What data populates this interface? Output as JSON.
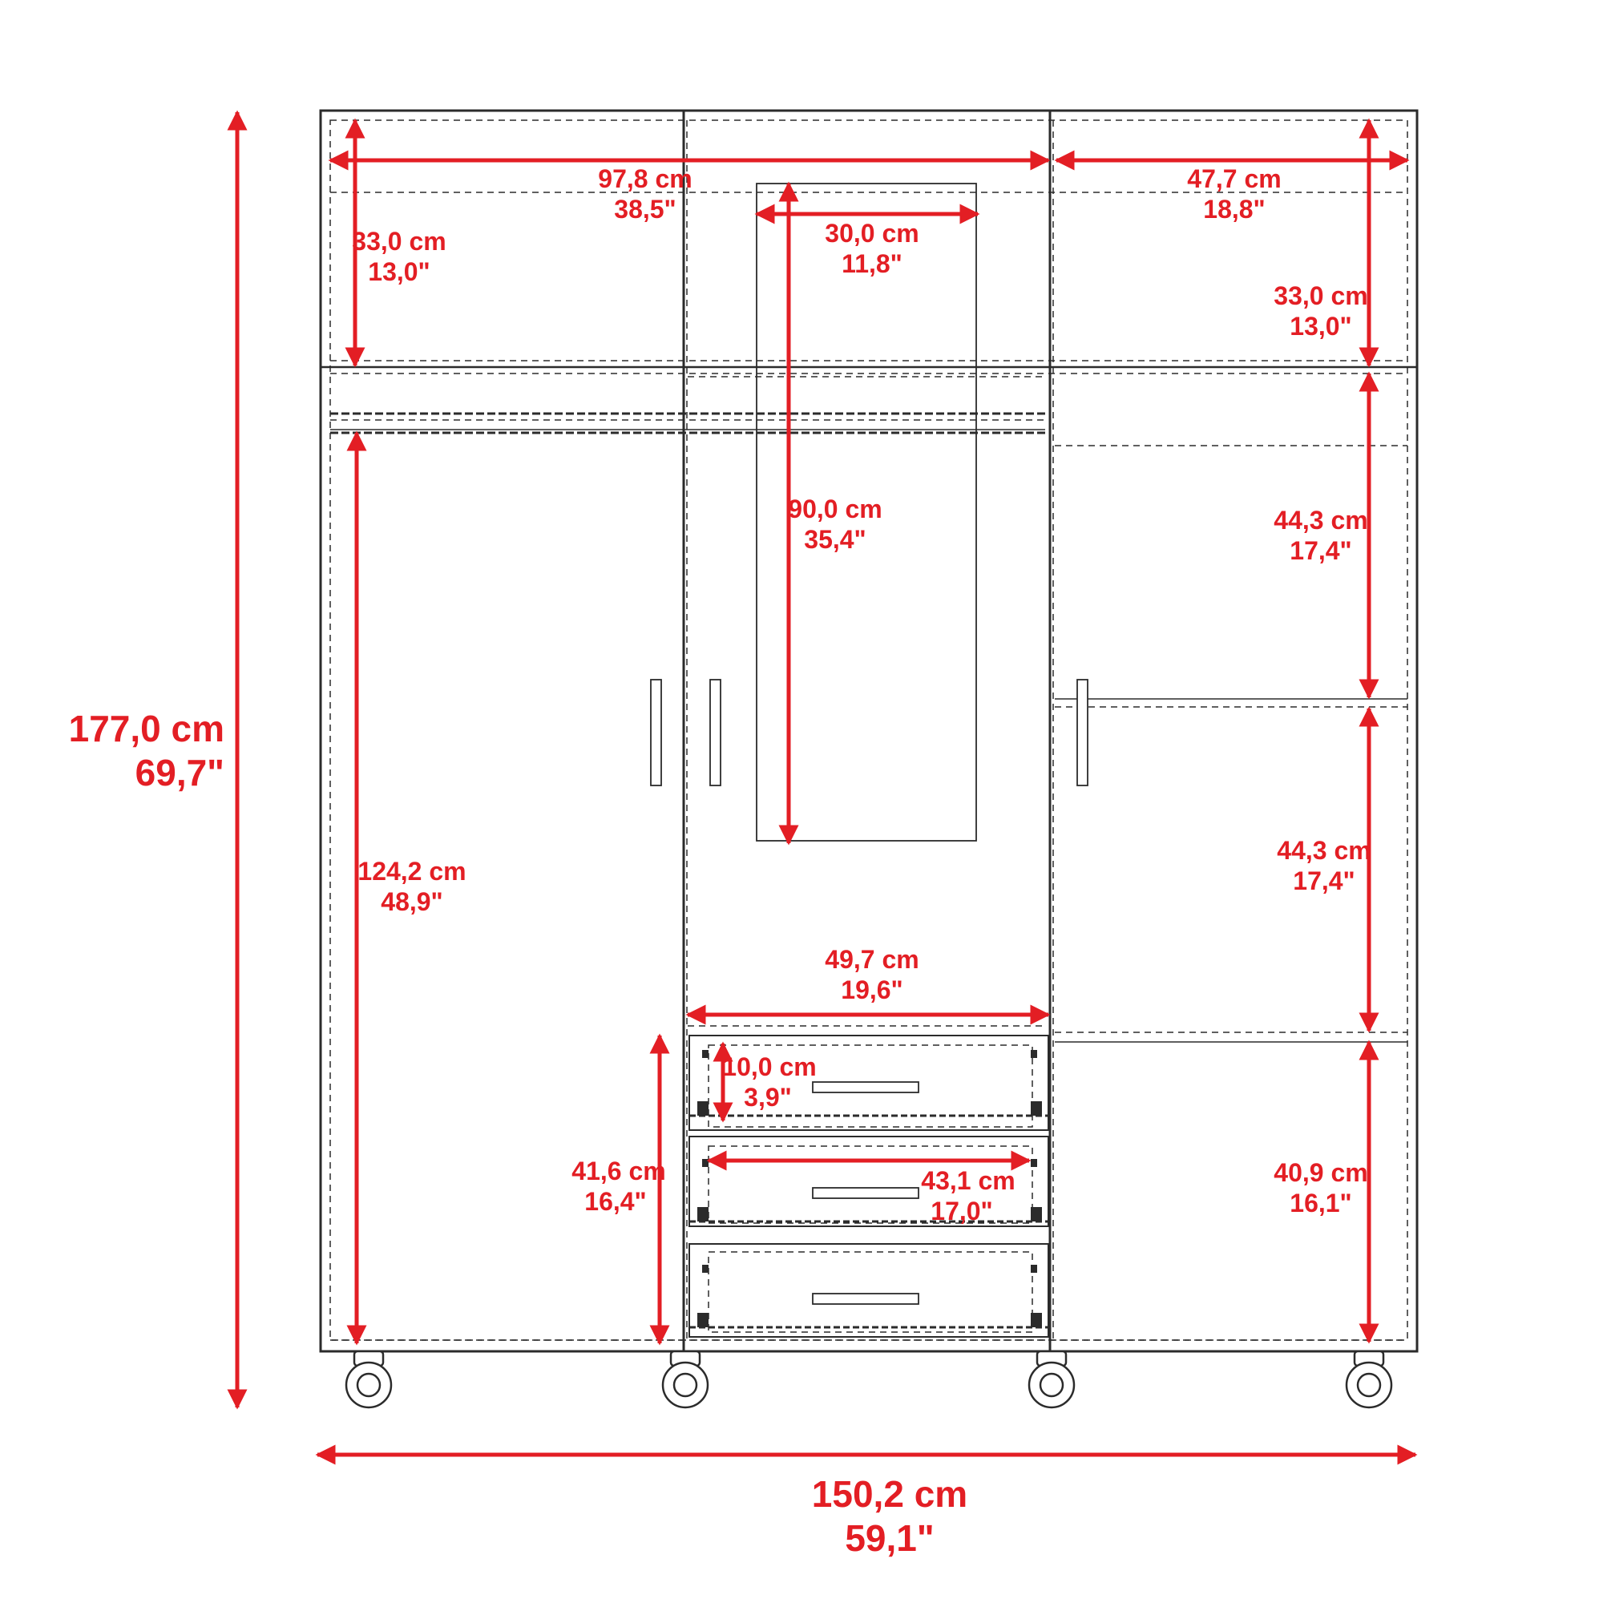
{
  "colors": {
    "dimension": "#e31e24",
    "outline": "#2b2b2b",
    "background": "#ffffff"
  },
  "dimensions": {
    "overall_height": {
      "cm": "177,0 cm",
      "in": "69,7\""
    },
    "overall_width": {
      "cm": "150,2 cm",
      "in": "59,1\""
    },
    "inner_width_left_center": {
      "cm": "97,8 cm",
      "in": "38,5\""
    },
    "inner_width_right": {
      "cm": "47,7 cm",
      "in": "18,8\""
    },
    "top_shelf_left": {
      "cm": "33,0 cm",
      "in": "13,0\""
    },
    "top_shelf_right": {
      "cm": "33,0 cm",
      "in": "13,0\""
    },
    "mirror_width": {
      "cm": "30,0 cm",
      "in": "11,8\""
    },
    "mirror_height": {
      "cm": "90,0 cm",
      "in": "35,4\""
    },
    "hanging_height": {
      "cm": "124,2 cm",
      "in": "48,9\""
    },
    "right_shelf_1": {
      "cm": "44,3 cm",
      "in": "17,4\""
    },
    "right_shelf_2": {
      "cm": "44,3 cm",
      "in": "17,4\""
    },
    "right_shelf_3": {
      "cm": "40,9 cm",
      "in": "16,1\""
    },
    "center_inner_width": {
      "cm": "49,7 cm",
      "in": "19,6\""
    },
    "drawer_height": {
      "cm": "10,0 cm",
      "in": "3,9\""
    },
    "drawer_width": {
      "cm": "43,1 cm",
      "in": "17,0\""
    },
    "drawer_section_height": {
      "cm": "41,6 cm",
      "in": "16,4\""
    }
  },
  "icons": {
    "caster": "caster-wheel-icon",
    "handle": "door-handle-icon"
  }
}
